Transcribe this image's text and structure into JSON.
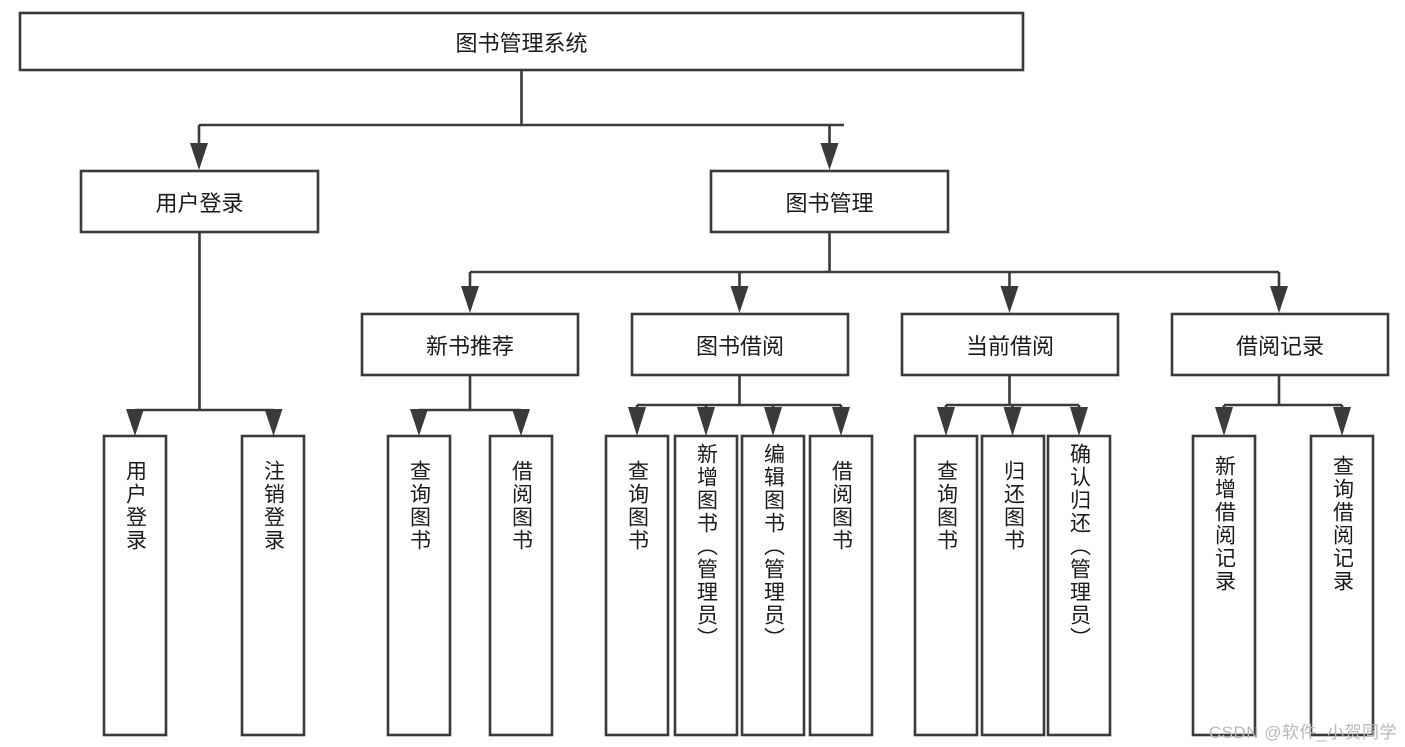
{
  "diagram": {
    "type": "tree-hierarchy",
    "title": "图书管理系统",
    "watermark": "CSDN @软件_小贺同学",
    "colors": {
      "box_stroke": "#3a3a3a",
      "box_fill": "#ffffff",
      "text": "#1a1a1a",
      "background": "#ffffff",
      "watermark": "#b8b8b8"
    },
    "root": {
      "label": "图书管理系统"
    },
    "level1": [
      {
        "label": "用户登录"
      },
      {
        "label": "图书管理"
      }
    ],
    "level2": [
      {
        "label": "新书推荐"
      },
      {
        "label": "图书借阅"
      },
      {
        "label": "当前借阅"
      },
      {
        "label": "借阅记录"
      }
    ],
    "leaves": {
      "user_login": [
        {
          "label": "用户登录"
        },
        {
          "label": "注销登录"
        }
      ],
      "new_book_recommend": [
        {
          "label": "查询图书"
        },
        {
          "label": "借阅图书"
        }
      ],
      "book_borrow": [
        {
          "label": "查询图书"
        },
        {
          "label": "新增图书（管理员）"
        },
        {
          "label": "编辑图书（管理员）"
        },
        {
          "label": "借阅图书"
        }
      ],
      "current_borrow": [
        {
          "label": "查询图书"
        },
        {
          "label": "归还图书"
        },
        {
          "label": "确认归还（管理员）"
        }
      ],
      "borrow_record": [
        {
          "label": "新增借阅记录"
        },
        {
          "label": "查询借阅记录"
        }
      ]
    }
  }
}
